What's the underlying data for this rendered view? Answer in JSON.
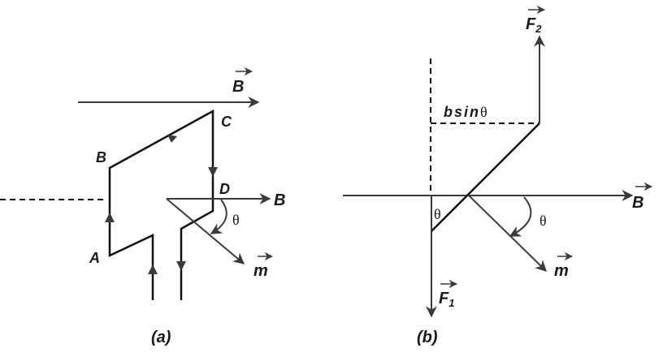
{
  "diagram": {
    "panels": [
      {
        "id": "a",
        "caption": "(a)",
        "labels": {
          "field_vector": "B",
          "field_axis": "B",
          "corner_A": "A",
          "corner_B": "B",
          "corner_C": "C",
          "corner_D": "D",
          "angle": "θ",
          "moment": "m"
        }
      },
      {
        "id": "b",
        "caption": "(b)",
        "labels": {
          "force_top": "F",
          "force_top_sub": "2",
          "force_bottom": "F",
          "force_bottom_sub": "1",
          "field": "B",
          "moment": "m",
          "angle_left": "θ",
          "angle_right": "θ",
          "lever_arm": "bsin",
          "lever_arm_theta": "θ"
        }
      }
    ],
    "colors": {
      "line": "#3a3a3a",
      "text": "#1a1a1a",
      "background": "#ffffff"
    }
  }
}
